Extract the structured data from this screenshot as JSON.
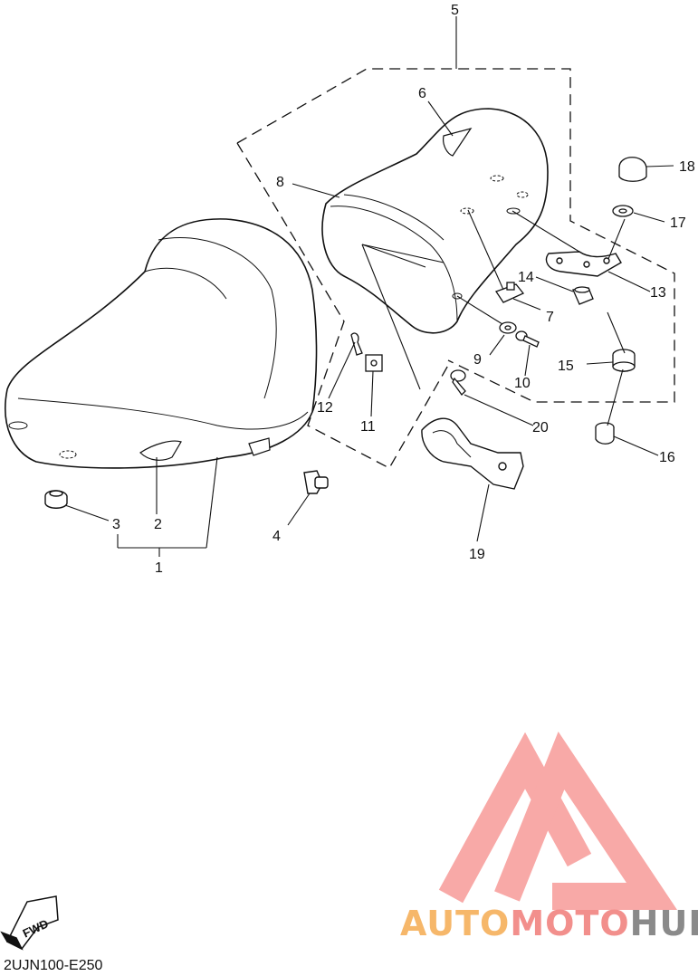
{
  "diagram_code": "2UJN100-E250",
  "fwd_label": "FWD",
  "watermark": {
    "part1": "AUTO",
    "part2": "MOTO",
    "part3": "HUB",
    "colors": {
      "auto": "#f6b76a",
      "moto": "#f28f8c",
      "hub": "#8a8a8a",
      "logo": "#f8a5a3"
    }
  },
  "callouts": {
    "c1": "1",
    "c2": "2",
    "c3": "3",
    "c4": "4",
    "c5": "5",
    "c6": "6",
    "c7": "7",
    "c8": "8",
    "c9": "9",
    "c10": "10",
    "c11": "11",
    "c12": "12",
    "c13": "13",
    "c14": "14",
    "c15": "15",
    "c16": "16",
    "c17": "17",
    "c18": "18",
    "c19": "19",
    "c20": "20"
  }
}
